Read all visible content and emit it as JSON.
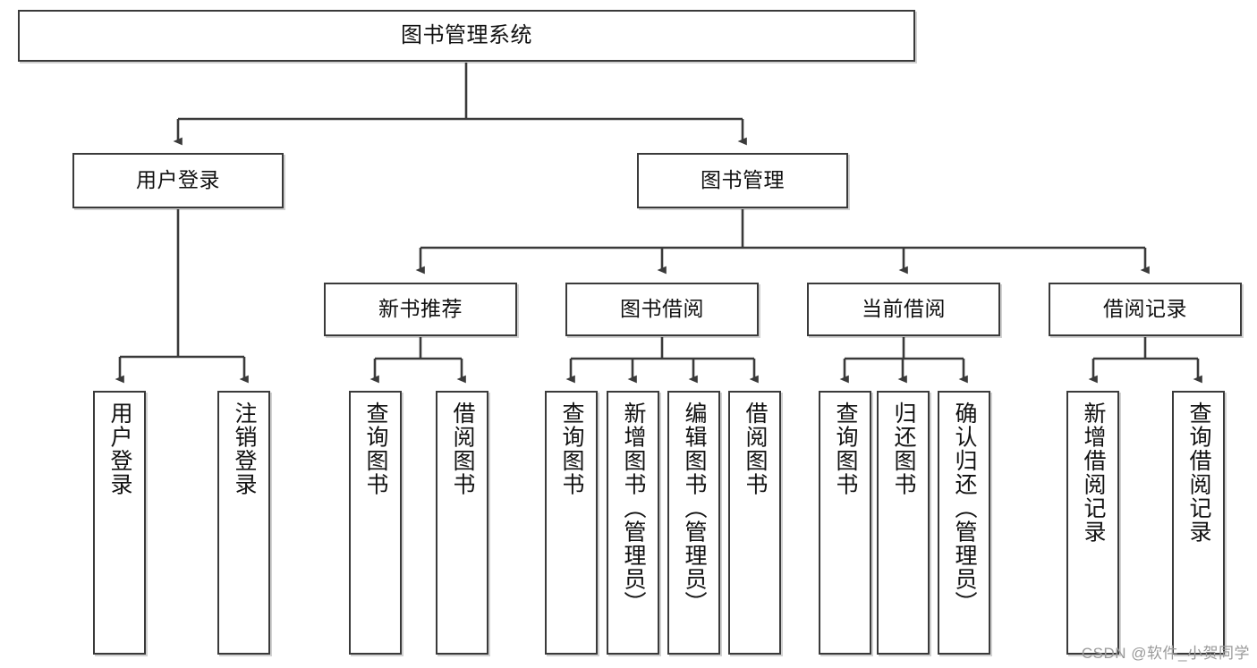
{
  "diagram": {
    "title": "图书管理系统",
    "watermark": "CSDN @软件_小贺同学",
    "stroke_color": "#3a3a3a",
    "background_color": "#ffffff",
    "text_color": "#111111",
    "nodes": {
      "root": "图书管理系统",
      "level1": {
        "user_login": "用户登录",
        "book_manage": "图书管理"
      },
      "level2": {
        "new_book_recommend": "新书推荐",
        "book_borrow": "图书借阅",
        "current_borrow": "当前借阅",
        "borrow_record": "借阅记录"
      },
      "leaves": {
        "user_login_children": [
          "用户登录",
          "注销登录"
        ],
        "new_book_recommend_children": [
          "查询图书",
          "借阅图书"
        ],
        "book_borrow_children": [
          "查询图书",
          "新增图书（管理员）",
          "编辑图书（管理员）",
          "借阅图书"
        ],
        "current_borrow_children": [
          "查询图书",
          "归还图书",
          "确认归还（管理员）"
        ],
        "borrow_record_children": [
          "新增借阅记录",
          "查询借阅记录"
        ]
      }
    }
  }
}
